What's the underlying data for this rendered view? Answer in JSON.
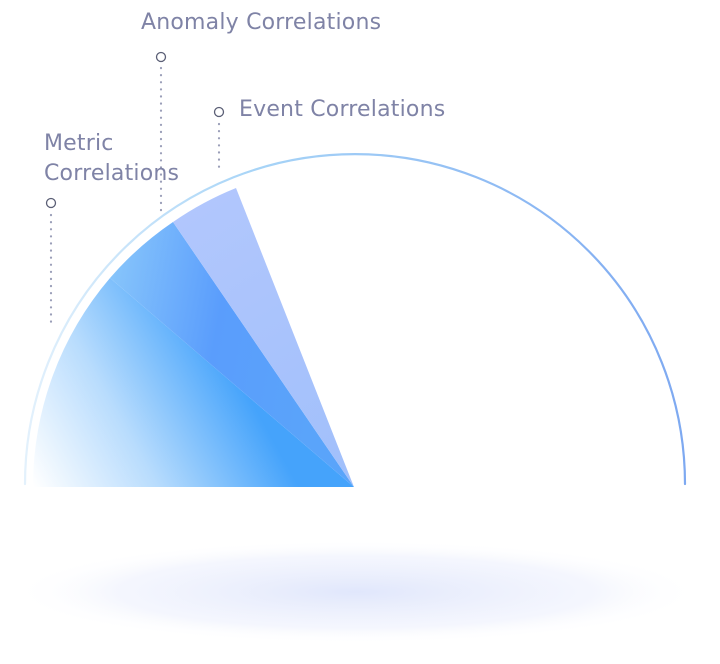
{
  "labels": {
    "anomaly": "Anomaly Correlations",
    "event": "Event Correlations",
    "metric": "Metric\nCorrelations"
  },
  "colors": {
    "label_text": "#7f83a6",
    "leader_line": "#9a9eb8",
    "arc_light": "#d6ecfb",
    "arc_mid": "#8fc9f6",
    "arc_dark": "#7aa8f2",
    "event_wedge": "#a8c3fc",
    "anomaly_wedge": "#5ba4f8",
    "metric_wedge": "#45a3fb",
    "shadow": "#dfe6fb"
  }
}
